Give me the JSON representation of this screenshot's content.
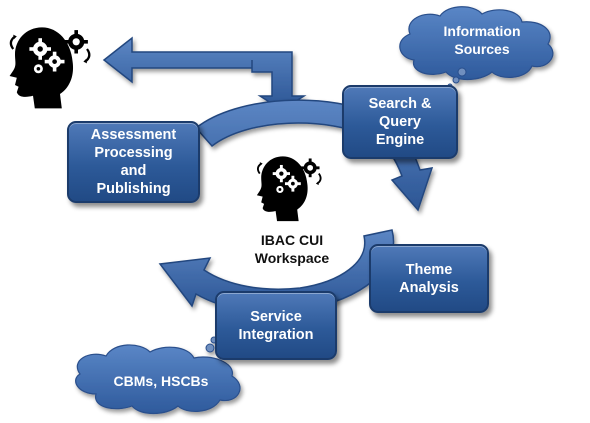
{
  "center": {
    "label": "IBAC CUI\nWorkspace",
    "icon": "thinking-head-gears-icon"
  },
  "top_left_icon": "thinking-head-gears-icon",
  "process_steps": [
    {
      "id": "search",
      "label": "Search &\nQuery\nEngine"
    },
    {
      "id": "theme",
      "label": "Theme\nAnalysis"
    },
    {
      "id": "service",
      "label": "Service\nIntegration"
    },
    {
      "id": "assessment",
      "label": "Assessment\nProcessing\nand\nPublishing"
    }
  ],
  "clouds": [
    {
      "id": "information-sources",
      "label": "Information\nSources"
    },
    {
      "id": "cbms",
      "label": "CBMs, HSCBs"
    }
  ],
  "colors": {
    "box_fill": "#2d5a99",
    "arrow_fill": "#3a64a6",
    "cloud_fill": "#3d6ab0",
    "icon_fill": "#000000"
  }
}
